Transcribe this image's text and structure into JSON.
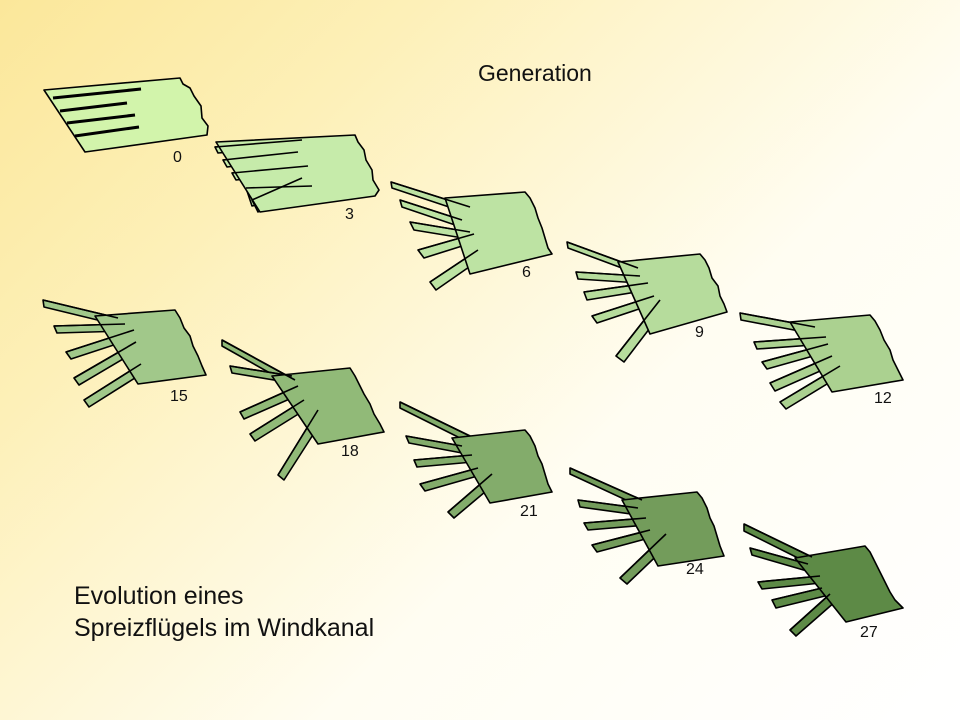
{
  "heading": "Generation",
  "caption": {
    "line1": "Evolution eines",
    "line2": "Spreizflügels im Windkanal"
  },
  "wings": [
    {
      "generation": "0",
      "color": "#d2f4ab"
    },
    {
      "generation": "3",
      "color": "#c6ebaa"
    },
    {
      "generation": "6",
      "color": "#bde3a3"
    },
    {
      "generation": "9",
      "color": "#b6dc9c"
    },
    {
      "generation": "12",
      "color": "#abd190"
    },
    {
      "generation": "15",
      "color": "#a1c88a"
    },
    {
      "generation": "18",
      "color": "#91ba78"
    },
    {
      "generation": "21",
      "color": "#83ac6b"
    },
    {
      "generation": "24",
      "color": "#739c5b"
    },
    {
      "generation": "27",
      "color": "#5d8a46"
    }
  ]
}
